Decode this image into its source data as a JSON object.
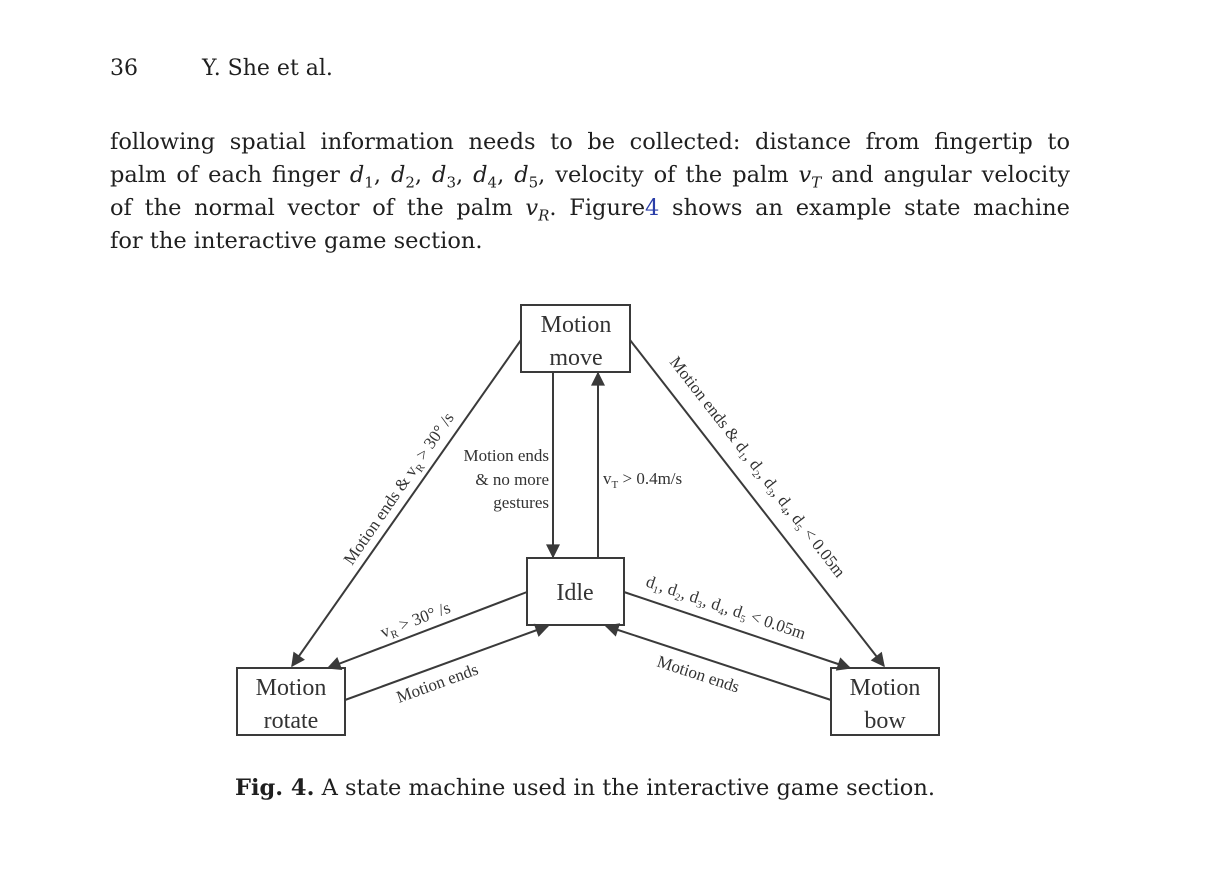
{
  "header": {
    "page_number": "36",
    "authors": "Y. She et al."
  },
  "paragraph": {
    "line1": "following spatial information needs to be collected: distance from fingertip to",
    "line2_pre": "palm of each finger ",
    "d1": "d",
    "d1_sub": "1",
    "sep": ", ",
    "d2": "d",
    "d2_sub": "2",
    "d3": "d",
    "d3_sub": "3",
    "d4": "d",
    "d4_sub": "4",
    "d5": "d",
    "d5_sub": "5",
    "line2_mid": ", velocity of the palm ",
    "vT": "v",
    "vT_sub": "T",
    "line2_post": " and angular velocity",
    "line3_pre": "of the normal vector of the palm ",
    "vR": "v",
    "vR_sub": "R",
    "line3_mid": ". Figure",
    "fig_ref": "4",
    "line3_post": " shows an example state machine",
    "line4": "for the interactive game section."
  },
  "diagram": {
    "states": {
      "move": [
        "Motion",
        "move"
      ],
      "idle": "Idle",
      "rotate": [
        "Motion",
        "rotate"
      ],
      "bow": [
        "Motion",
        "bow"
      ]
    },
    "labels": {
      "move_to_idle": [
        "Motion ends",
        "& no more",
        "gestures"
      ],
      "idle_to_move": "v",
      "idle_to_move_sub": "T",
      "idle_to_move_rest": " > 0.4m/s",
      "move_to_rotate": "Motion ends & v",
      "move_to_rotate_sub": "R",
      "move_to_rotate_rest": " > 30° /s",
      "move_to_bow": "Motion ends & d₁, d₂, d₃, d₄, d₅ < 0.05m",
      "idle_to_rotate": "v",
      "idle_to_rotate_sub": "R",
      "idle_to_rotate_rest": " > 30° /s",
      "rotate_to_idle": "Motion ends",
      "idle_to_bow": "d₁, d₂, d₃, d₄, d₅ < 0.05m",
      "bow_to_idle": "Motion ends"
    }
  },
  "caption": {
    "label": "Fig. 4.",
    "text": " A state machine used in the interactive game section."
  }
}
